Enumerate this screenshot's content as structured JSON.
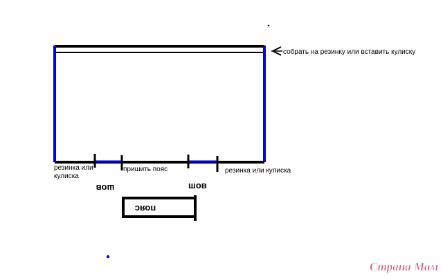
{
  "diagram": {
    "labels": {
      "gather_note": "собрать на резинку или вставить кулиску",
      "left_elastic_line1": "резинка или",
      "left_elastic_line2": "кулиска",
      "sew_belt": "пришить пояс",
      "right_elastic": "резинка или кулиска",
      "seam_left": "шов",
      "seam_right": "шов",
      "belt": "пояс"
    },
    "watermark": "Страна Мам"
  },
  "colors": {
    "ink_black": "#000000",
    "ink_blue": "#0000ff",
    "watermark_red": "#d9536b",
    "background": "#ffffff"
  }
}
